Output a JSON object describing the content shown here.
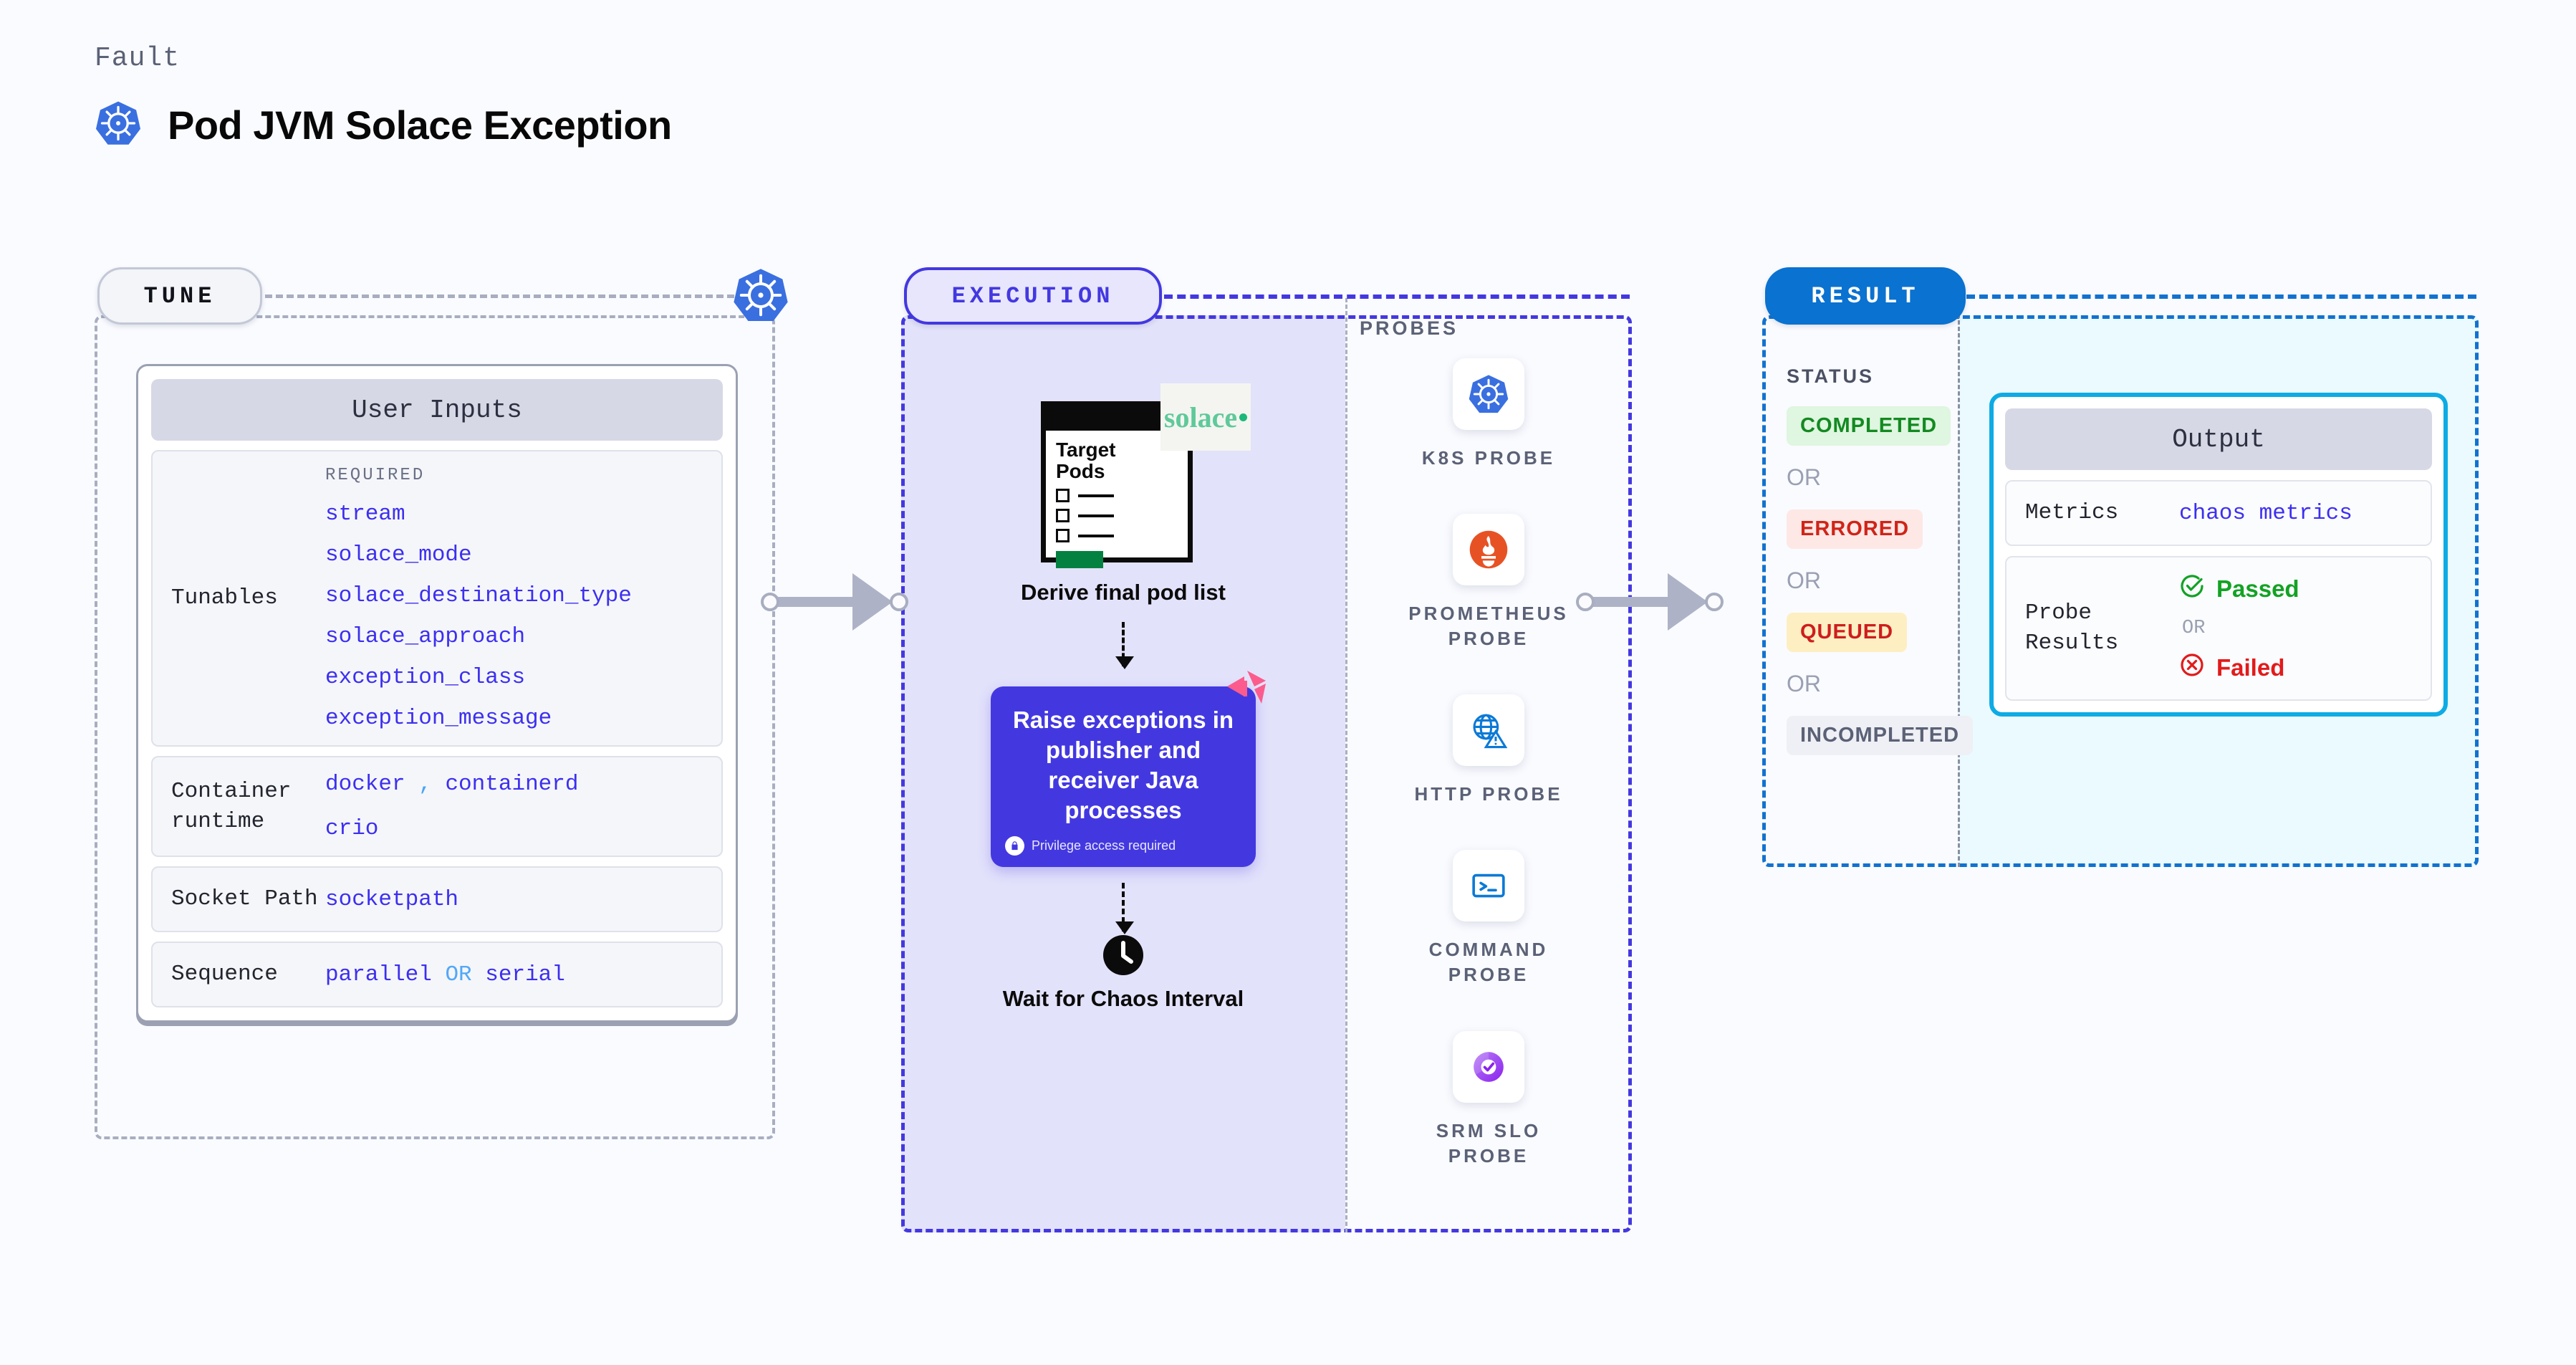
{
  "header": {
    "eyebrow": "Fault",
    "title": "Pod JVM Solace Exception",
    "icon": "kubernetes-icon"
  },
  "colors": {
    "page_bg": "#fafbff",
    "tune_border": "#a8aebf",
    "execution_accent": "#4338e0",
    "execution_fill": "#e3e2fb",
    "result_accent": "#1272cf",
    "result_pill_bg": "#0a72d0",
    "result_fill": "#eafaff",
    "output_border": "#0eabe4",
    "tunable_value": "#3c2ff0",
    "passed_green": "#13a225",
    "failed_red": "#e21b1b",
    "solace_green": "#5fc99a",
    "litmus_pink": "#fb5c8d"
  },
  "stages": {
    "tune": {
      "pill_label": "TUNE",
      "icon": "kubernetes-icon"
    },
    "execution": {
      "pill_label": "EXECUTION"
    },
    "result": {
      "pill_label": "RESULT"
    }
  },
  "tune": {
    "card_title": "User Inputs",
    "rows": [
      {
        "label": "Tunables",
        "required_heading": "REQUIRED",
        "values": [
          "stream",
          "solace_mode",
          "solace_destination_type",
          "solace_approach",
          "exception_class",
          "exception_message"
        ]
      },
      {
        "label": "Container runtime",
        "values": [
          "docker",
          "containerd",
          "crio"
        ],
        "separator": ","
      },
      {
        "label": "Socket Path",
        "values": [
          "socketpath"
        ]
      },
      {
        "label": "Sequence",
        "values": [
          "parallel",
          "serial"
        ],
        "separator": "OR"
      }
    ]
  },
  "execution": {
    "pod_list": {
      "title_line1": "Target",
      "title_line2": "Pods",
      "brand": "solace",
      "items_count": 3
    },
    "steps": [
      {
        "caption": "Derive final pod list"
      },
      {
        "caption": "Raise exceptions in publisher and receiver Java processes",
        "note": "Privilege access required",
        "note_icon": "lock-icon",
        "corner_icon": "litmus-icon"
      },
      {
        "caption": "Wait for Chaos Interval",
        "icon": "clock-icon"
      }
    ]
  },
  "probes": {
    "title": "PROBES",
    "items": [
      {
        "label": "K8S PROBE",
        "icon": "kubernetes-icon"
      },
      {
        "label": "PROMETHEUS PROBE",
        "icon": "prometheus-icon"
      },
      {
        "label": "HTTP PROBE",
        "icon": "http-globe-warning-icon"
      },
      {
        "label": "COMMAND PROBE",
        "icon": "terminal-icon"
      },
      {
        "label": "SRM SLO PROBE",
        "icon": "srm-slo-icon"
      }
    ]
  },
  "result": {
    "status_title": "STATUS",
    "or_label": "OR",
    "statuses": [
      {
        "label": "COMPLETED",
        "bg": "#dff6e0",
        "fg": "#138a21"
      },
      {
        "label": "ERRORED",
        "bg": "#fde8e6",
        "fg": "#cf2418"
      },
      {
        "label": "QUEUED",
        "bg": "#fdefc2",
        "fg": "#ce1d1d"
      },
      {
        "label": "INCOMPLETED",
        "bg": "#eff0f5",
        "fg": "#5b6176"
      }
    ],
    "output": {
      "card_title": "Output",
      "rows": [
        {
          "label": "Metrics",
          "value": "chaos metrics"
        },
        {
          "label": "Probe Results",
          "passed": "Passed",
          "failed": "Failed",
          "or_label": "OR",
          "pass_icon": "check-circle-icon",
          "fail_icon": "x-circle-icon"
        }
      ]
    }
  }
}
